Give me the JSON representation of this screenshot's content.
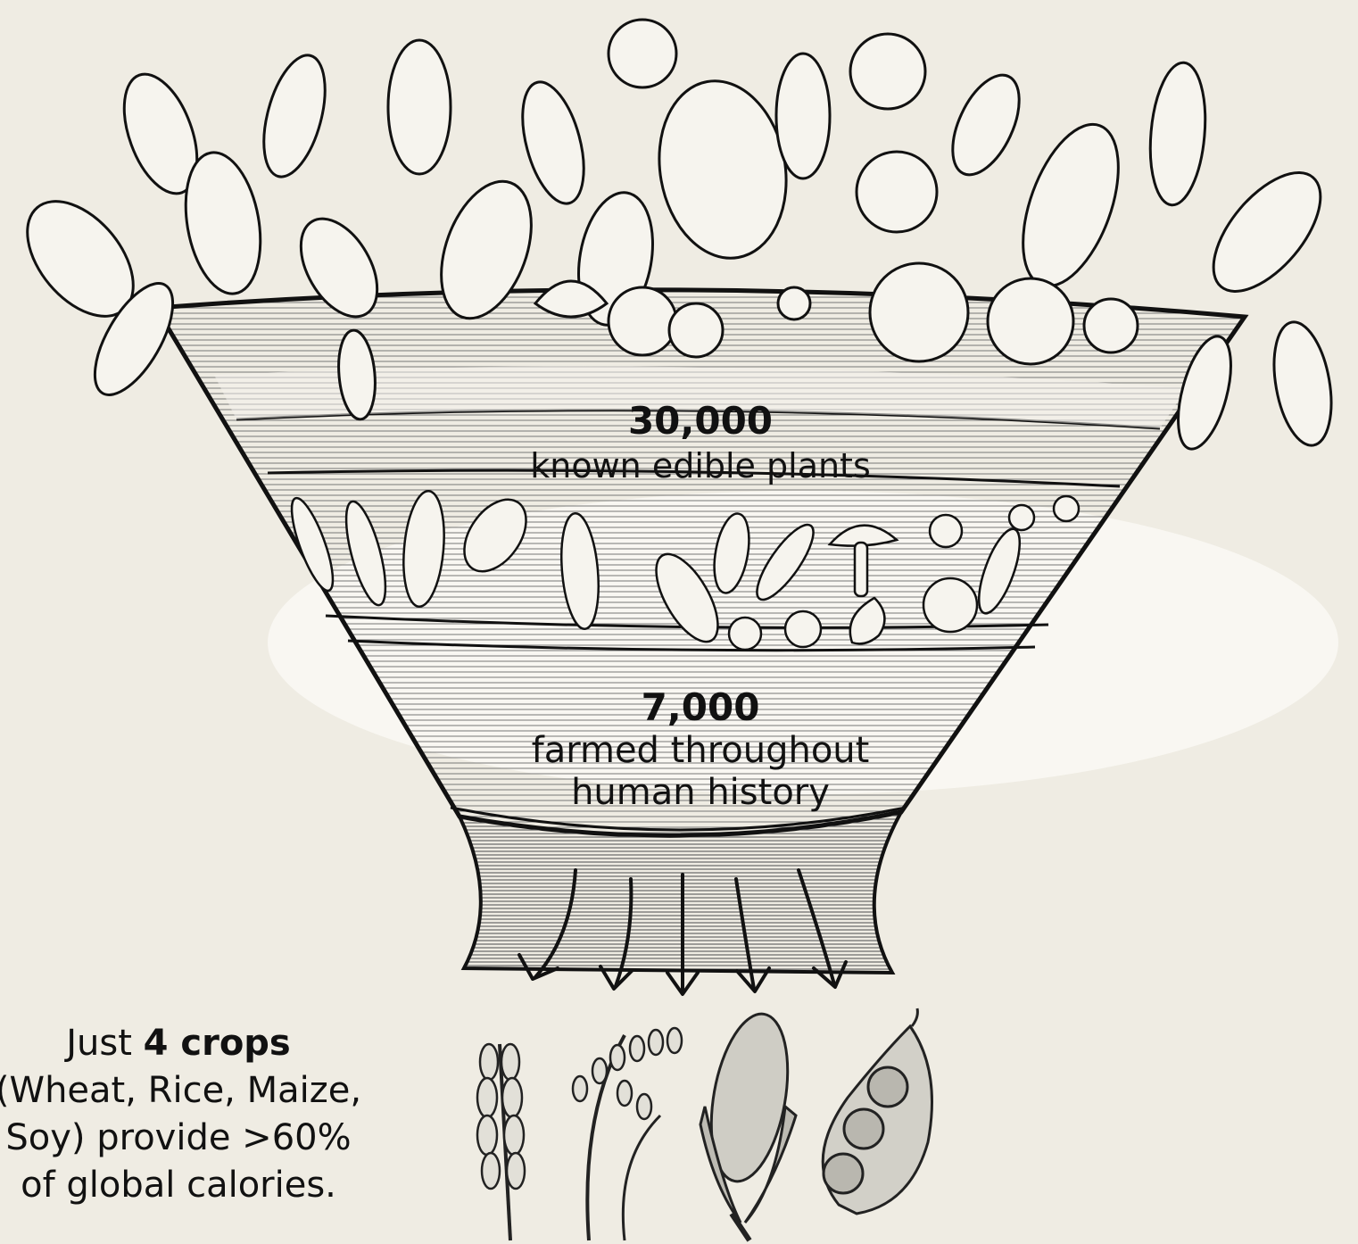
{
  "tiers": [
    {
      "number": "30,000",
      "description": "known edible plants"
    },
    {
      "number": "7,000",
      "description_lines": [
        "farmed throughout",
        "human history"
      ]
    }
  ],
  "note": {
    "prefix": "Just ",
    "highlight": "4 crops",
    "lines": [
      "(Wheat, Rice, Maize,",
      "Soy) provide >60%",
      "of global calories."
    ]
  },
  "crops": [
    {
      "name": "wheat",
      "icon": "wheat-icon"
    },
    {
      "name": "rice",
      "icon": "rice-icon"
    },
    {
      "name": "maize",
      "icon": "corn-icon"
    },
    {
      "name": "soy",
      "icon": "soybean-pod-icon"
    }
  ],
  "colors": {
    "background": "#efece3",
    "ink": "#111111"
  }
}
